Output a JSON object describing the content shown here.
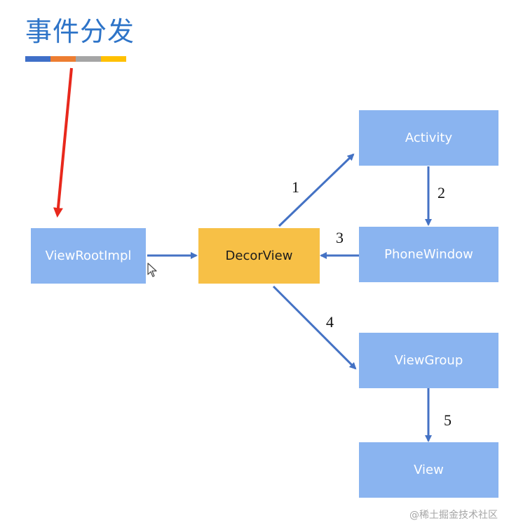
{
  "title": "事件分发",
  "color_bar": [
    "#3f6fc8",
    "#ed7d31",
    "#a5a5a5",
    "#ffc000"
  ],
  "nodes": {
    "viewrootimpl": "ViewRootImpl",
    "decorview": "DecorView",
    "activity": "Activity",
    "phonewindow": "PhoneWindow",
    "viewgroup": "ViewGroup",
    "view": "View"
  },
  "edges": {
    "e1": "1",
    "e2": "2",
    "e3": "3",
    "e4": "4",
    "e5": "5"
  },
  "colors": {
    "node_blue": "#8ab4f0",
    "node_yellow": "#f7c046",
    "arrow_blue": "#4472c4",
    "annotation_red": "#e8281c"
  },
  "watermark": "@稀土掘金技术社区"
}
